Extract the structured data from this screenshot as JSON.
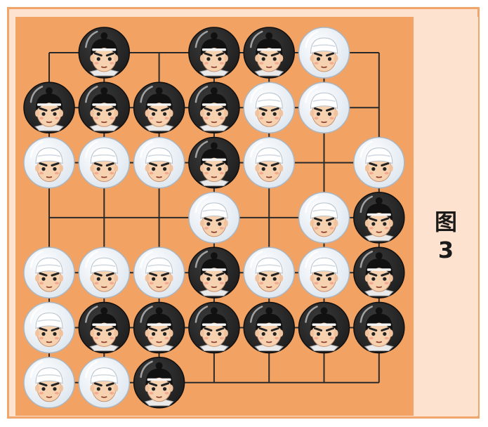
{
  "figure": {
    "caption_char": "图",
    "caption_number": "3"
  },
  "board": {
    "columns": 7,
    "rows": 7,
    "piece_types": {
      "B": "black-hair-boy",
      "W": "white-cap-boy",
      ".": "empty"
    },
    "grid": [
      [
        ".",
        "B",
        ".",
        "B",
        "B",
        "W",
        "."
      ],
      [
        "B",
        "B",
        "B",
        "B",
        "W",
        "W",
        "."
      ],
      [
        "W",
        "W",
        "W",
        "B",
        "W",
        ".",
        "W"
      ],
      [
        ".",
        ".",
        ".",
        "W",
        ".",
        "W",
        "B"
      ],
      [
        "W",
        "W",
        "W",
        "B",
        "W",
        "W",
        "B"
      ],
      [
        "W",
        "B",
        "B",
        "B",
        "B",
        "B",
        "B"
      ],
      [
        "W",
        "W",
        "B",
        ".",
        ".",
        ".",
        "."
      ]
    ],
    "colors": {
      "board": "#f2a262",
      "frame": "#f0a56b",
      "panel": "#fde3cf",
      "black_piece": "#1e1e1e",
      "white_piece": "#dde6ef",
      "line": "#2a2a2a"
    }
  }
}
